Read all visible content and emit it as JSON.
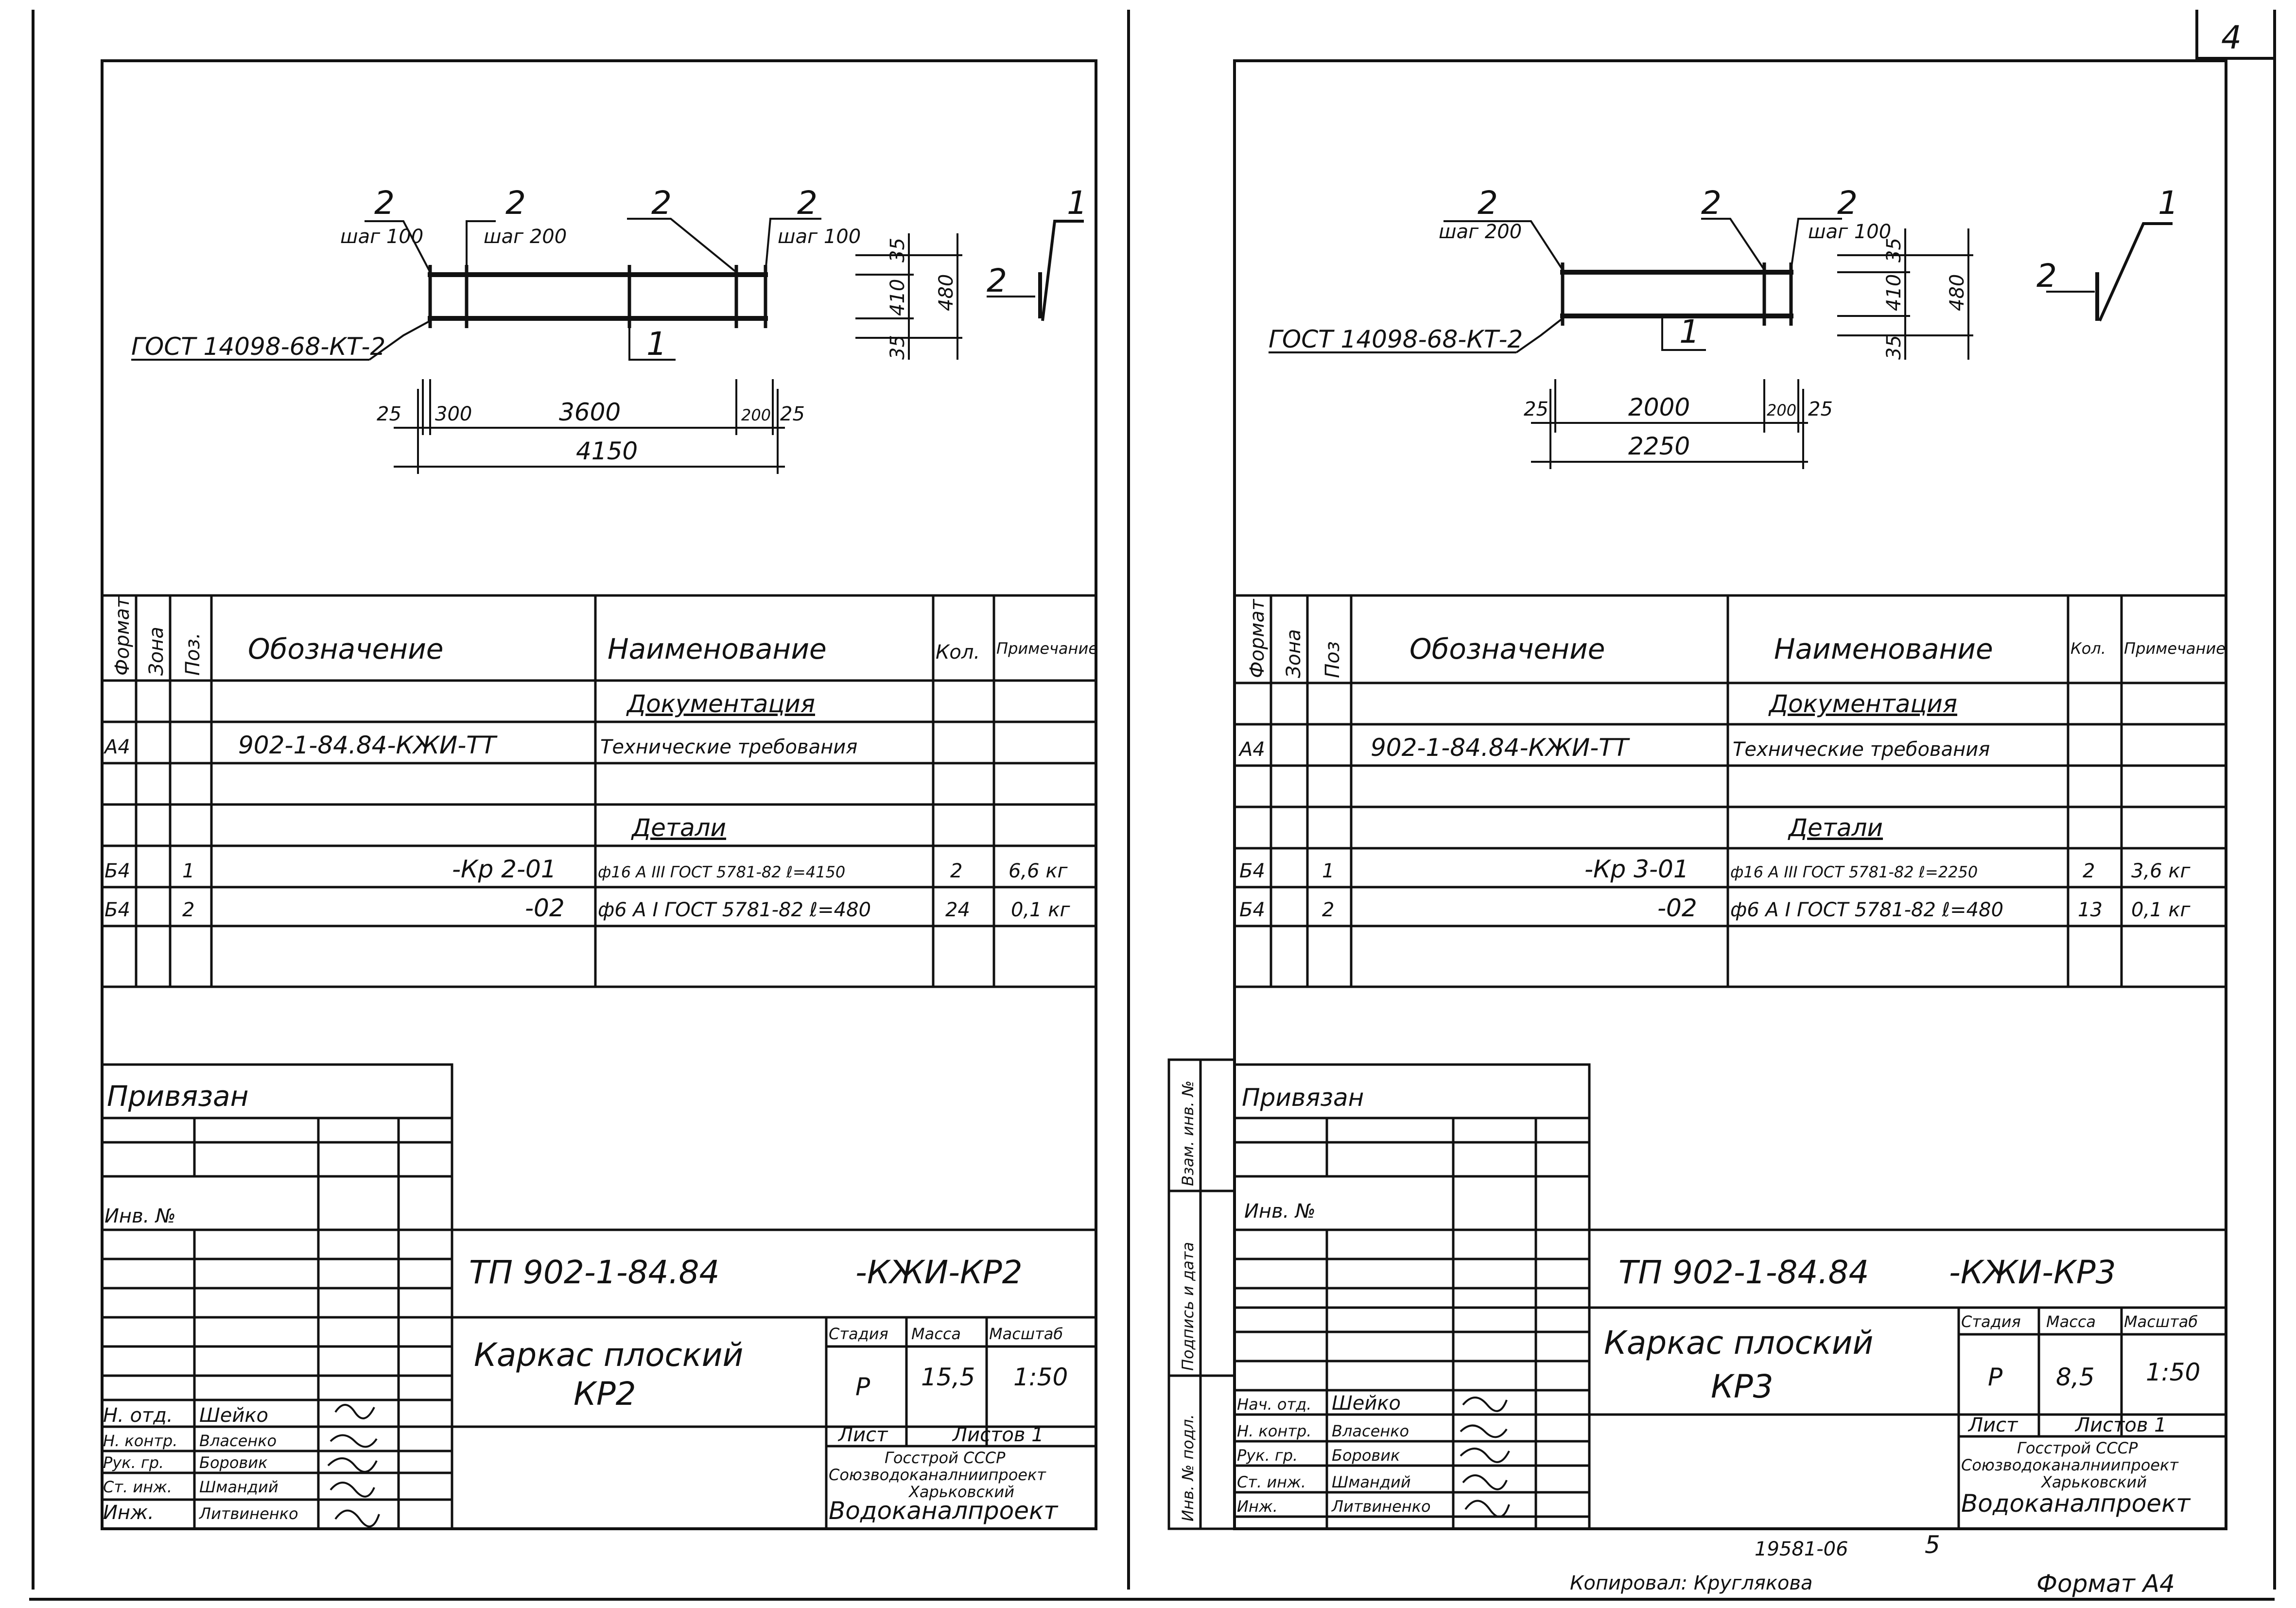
{
  "page_number": "4",
  "sheets": [
    {
      "id": "kr2",
      "drawing": {
        "callouts": [
          {
            "pos": "2",
            "note": "шаг 100"
          },
          {
            "pos": "2",
            "note": "шаг 200"
          },
          {
            "pos": "2",
            "note": ""
          },
          {
            "pos": "2",
            "note": "шаг 100"
          }
        ],
        "section_pos": [
          "1",
          "2"
        ],
        "gost_note": "ГОСТ 14098-68-КТ-2",
        "section_marker": "1",
        "dims_bottom": [
          "25",
          "300",
          "3600",
          "200",
          "25"
        ],
        "total_length": "4150",
        "dims_side": [
          "35",
          "410",
          "35",
          "480"
        ]
      },
      "spec": {
        "headers": {
          "format": "Формат",
          "zone": "Зона",
          "pos": "Поз.",
          "designation": "Обозначение",
          "name": "Наименование",
          "qty": "Кол.",
          "note": "Примечание"
        },
        "section_docs": "Документация",
        "section_parts": "Детали",
        "rows": [
          {
            "format": "А4",
            "zone": "",
            "pos": "",
            "designation": "902-1-84.84-КЖИ-ТТ",
            "name": "Технические требования",
            "qty": "",
            "note": ""
          },
          {
            "format": "Б4",
            "zone": "",
            "pos": "1",
            "designation": "-Кр 2-01",
            "name": "ф16 А III ГОСТ 5781-82 ℓ=4150",
            "qty": "2",
            "note": "6,6 кг"
          },
          {
            "format": "Б4",
            "zone": "",
            "pos": "2",
            "designation": "-02",
            "name": "ф6 А I ГОСТ 5781-82 ℓ=480",
            "qty": "24",
            "note": "0,1 кг"
          }
        ]
      },
      "title_block": {
        "privyazan": "Привязан",
        "inv": "Инв. №",
        "code": "ТП 902-1-84.84",
        "suffix": "-КЖИ-КР2",
        "title_line1": "Каркас плоский",
        "title_line2": "КР2",
        "stage_label": "Стадия",
        "mass_label": "Масса",
        "scale_label": "Масштаб",
        "stage": "Р",
        "mass": "15,5",
        "scale": "1:50",
        "sheet_label": "Лист",
        "sheets_label": "Листов 1",
        "org_lines": [
          "Госстрой СССР",
          "Союзводоканалниипроект",
          "Харьковский",
          "Водоканалпроект"
        ],
        "staff": [
          {
            "role": "Н. отд.",
            "name": "Шейко"
          },
          {
            "role": "Н. контр.",
            "name": "Власенко"
          },
          {
            "role": "Рук. гр.",
            "name": "Боровик"
          },
          {
            "role": "Ст. инж.",
            "name": "Шмандий"
          },
          {
            "role": "Инж.",
            "name": "Литвиненко"
          }
        ]
      }
    },
    {
      "id": "kr3",
      "drawing": {
        "callouts": [
          {
            "pos": "2",
            "note": "шаг 200"
          },
          {
            "pos": "2",
            "note": ""
          },
          {
            "pos": "2",
            "note": "шаг 100"
          }
        ],
        "section_pos": [
          "1",
          "2"
        ],
        "gost_note": "ГОСТ 14098-68-КТ-2",
        "section_marker": "1",
        "dims_bottom": [
          "25",
          "2000",
          "200",
          "25"
        ],
        "total_length": "2250",
        "dims_side": [
          "35",
          "410",
          "35",
          "480"
        ]
      },
      "spec": {
        "headers": {
          "format": "Формат",
          "zone": "Зона",
          "pos": "Поз",
          "designation": "Обозначение",
          "name": "Наименование",
          "qty": "Кол.",
          "note": "Примечание"
        },
        "section_docs": "Документация",
        "section_parts": "Детали",
        "rows": [
          {
            "format": "А4",
            "zone": "",
            "pos": "",
            "designation": "902-1-84.84-КЖИ-ТТ",
            "name": "Технические требования",
            "qty": "",
            "note": ""
          },
          {
            "format": "Б4",
            "zone": "",
            "pos": "1",
            "designation": "-Кр 3-01",
            "name": "ф16 А III ГОСТ 5781-82 ℓ=2250",
            "qty": "2",
            "note": "3,6 кг"
          },
          {
            "format": "Б4",
            "zone": "",
            "pos": "2",
            "designation": "-02",
            "name": "ф6 А I ГОСТ 5781-82 ℓ=480",
            "qty": "13",
            "note": "0,1 кг"
          }
        ]
      },
      "title_block": {
        "privyazan": "Привязан",
        "inv": "Инв. №",
        "code": "ТП 902-1-84.84",
        "suffix": "-КЖИ-КР3",
        "title_line1": "Каркас плоский",
        "title_line2": "КР3",
        "stage_label": "Стадия",
        "mass_label": "Масса",
        "scale_label": "Масштаб",
        "stage": "Р",
        "mass": "8,5",
        "scale": "1:50",
        "sheet_label": "Лист",
        "sheets_label": "Листов 1",
        "org_lines": [
          "Госстрой СССР",
          "Союзводоканалниипроект",
          "Харьковский",
          "Водоканалпроект"
        ],
        "staff": [
          {
            "role": "Нач. отд.",
            "name": "Шейко"
          },
          {
            "role": "Н. контр.",
            "name": "Власенко"
          },
          {
            "role": "Рук. гр.",
            "name": "Боровик"
          },
          {
            "role": "Ст. инж.",
            "name": "Шмандий"
          },
          {
            "role": "Инж.",
            "name": "Литвиненко"
          }
        ],
        "side_labels": [
          "Взам. инв. №",
          "Подпись и дата",
          "Инв. № подл."
        ]
      }
    }
  ],
  "footer": {
    "code": "19581-06",
    "num": "5",
    "copied": "Копировал: Круглякова",
    "format": "Формат А4"
  }
}
